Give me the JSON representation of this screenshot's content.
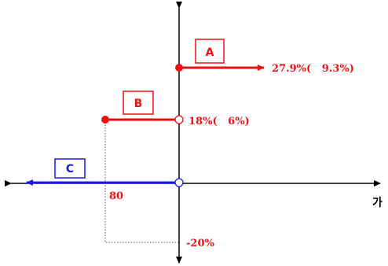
{
  "diagram": {
    "x_axis_label": "가",
    "labels": {
      "a": "A",
      "b": "B",
      "c": "C"
    },
    "annotations": {
      "a_value": "27.9%(   9.3%)",
      "b_value": "18%(   6%)",
      "x_value": "80",
      "y_neg_value": "-20%"
    },
    "colors": {
      "red": "#ee1111",
      "blue": "#1a1aee",
      "axis": "#000000",
      "dotted": "#555555"
    }
  }
}
